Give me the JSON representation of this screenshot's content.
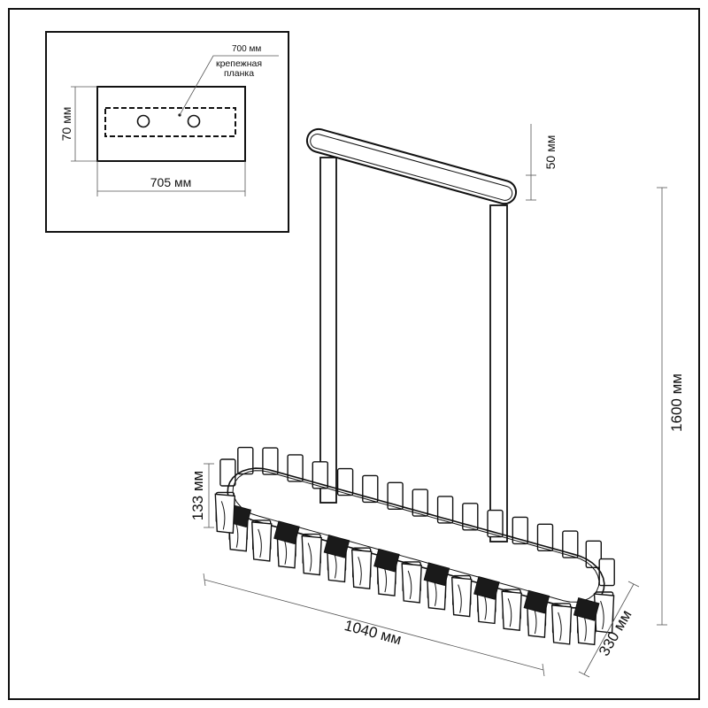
{
  "mounting_plate_inset": {
    "plate_length_label": "700 мм",
    "plate_caption_line1": "крепежная",
    "plate_caption_line2": "планка",
    "height_label": "70 мм",
    "width_label": "705 мм"
  },
  "dimensions": {
    "canopy_height": "50 мм",
    "total_height": "1600 мм",
    "ring_height": "133 мм",
    "length": "1040 мм",
    "depth": "330 мм"
  },
  "colors": {
    "line": "#111111",
    "background": "#ffffff",
    "crystal_dark": "#1a1a1a"
  }
}
